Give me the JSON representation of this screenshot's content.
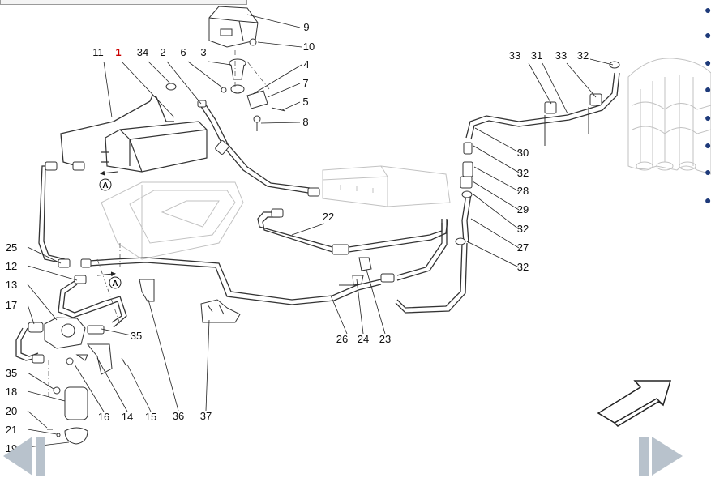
{
  "diagram": {
    "callouts": [
      {
        "label": "9"
      },
      {
        "label": "10"
      },
      {
        "label": "11"
      },
      {
        "label": "1",
        "highlight": true
      },
      {
        "label": "34"
      },
      {
        "label": "2"
      },
      {
        "label": "6"
      },
      {
        "label": "3"
      },
      {
        "label": "4"
      },
      {
        "label": "7"
      },
      {
        "label": "5"
      },
      {
        "label": "8"
      },
      {
        "label": "33"
      },
      {
        "label": "31"
      },
      {
        "label": "33"
      },
      {
        "label": "32"
      },
      {
        "label": "30"
      },
      {
        "label": "32"
      },
      {
        "label": "28"
      },
      {
        "label": "29"
      },
      {
        "label": "32"
      },
      {
        "label": "27"
      },
      {
        "label": "32"
      },
      {
        "label": "22"
      },
      {
        "label": "25"
      },
      {
        "label": "12"
      },
      {
        "label": "13"
      },
      {
        "label": "17"
      },
      {
        "label": "35"
      },
      {
        "label": "35"
      },
      {
        "label": "18"
      },
      {
        "label": "20"
      },
      {
        "label": "21"
      },
      {
        "label": "19"
      },
      {
        "label": "16"
      },
      {
        "label": "14"
      },
      {
        "label": "15"
      },
      {
        "label": "36"
      },
      {
        "label": "37"
      },
      {
        "label": "26"
      },
      {
        "label": "24"
      },
      {
        "label": "23"
      }
    ],
    "view_markers": [
      {
        "label": "A"
      },
      {
        "label": "A"
      }
    ],
    "colors": {
      "line": "#2a2a2a",
      "callout_text": "#111111",
      "highlight": "#cc0000",
      "nav_arrow": "#b8c2cc",
      "side_dot": "#1e3a7a"
    }
  },
  "navigation": {
    "prev_icon": "triangle-left-icon",
    "next_icon": "triangle-right-icon"
  }
}
